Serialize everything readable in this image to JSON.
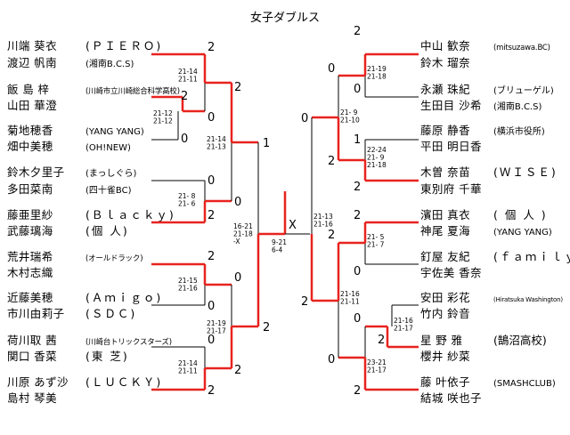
{
  "title": "女子ダブルス",
  "left_entries": [
    {
      "name1": "川端 葵衣",
      "name2": "渡辺 帆南",
      "club1": "(ＰＩＥＲＯ)",
      "club2": "(湘南B.C.S)"
    },
    {
      "name1": "飯 島 梓",
      "name2": "山田 華澄",
      "club1": "(川崎市立川崎総合科学高校)",
      "club2": ""
    },
    {
      "name1": "菊地穂香",
      "name2": "畑中美穂",
      "club1": "(YANG YANG)",
      "club2": "(OH!NEW)"
    },
    {
      "name1": "鈴木夕里子",
      "name2": "多田菜南",
      "club1": "(まっしぐら)",
      "club2": "(四十雀BC)"
    },
    {
      "name1": "藤亜里紗",
      "name2": "武藤璃海",
      "club1": "(Ｂｌａｃｋｙ)",
      "club2": "(個 人)"
    },
    {
      "name1": "荒井瑞希",
      "name2": "木村志織",
      "club1": "(オールドラック)",
      "club2": ""
    },
    {
      "name1": "近藤美穂",
      "name2": "市川由莉子",
      "club1": "(Ａｍｉｇｏ)",
      "club2": "(ＳＤＣ)"
    },
    {
      "name1": "荷川取 茜",
      "name2": "関口 香菜",
      "club1": "(川崎台トリックスターズ)",
      "club2": "(東 芝)"
    },
    {
      "name1": "川原 あず沙",
      "name2": "島村 琴美",
      "club1": "(ＬＵＣＫＹ)",
      "club2": ""
    }
  ],
  "right_entries": [
    {
      "name1": "中山 歓奈",
      "name2": "鈴木 瑠奈",
      "club1": "(mitsuzawa.BC)",
      "club2": ""
    },
    {
      "name1": "永瀬 珠紀",
      "name2": "生田目 沙希",
      "club1": "(ブリューゲル)",
      "club2": "(湘南B.C.S)"
    },
    {
      "name1": "藤原 静香",
      "name2": "平田 明日香",
      "club1": "(横浜市役所)",
      "club2": ""
    },
    {
      "name1": "木曽 奈苗",
      "name2": "東別府 千華",
      "club1": "(ＷＩＳＥ)",
      "club2": ""
    },
    {
      "name1": "濱田 真衣",
      "name2": "神尾 夏海",
      "club1": "( 個 人 )",
      "club2": "(YANG YANG)"
    },
    {
      "name1": "釘屋 友紀",
      "name2": "宇佐美 香奈",
      "club1": "(ｆａｍｉｌｙ)",
      "club2": ""
    },
    {
      "name1": "安田 彩花",
      "name2": "竹内 鈴音",
      "club1": "(Hiratsuka Washington)",
      "club2": ""
    },
    {
      "name1": "星 野 雅",
      "name2": "櫻井 紗菜",
      "club1": "(鵠沼高校)",
      "club2": ""
    },
    {
      "name1": "藤 叶依子",
      "name2": "結城 咲也子",
      "club1": "(SMASHCLUB)",
      "club2": ""
    }
  ],
  "scores": {
    "l1": "2",
    "l2": "2",
    "l2b": "0",
    "l3": "0",
    "l4": "0",
    "l5": "2",
    "l6": "2",
    "l7": "0",
    "l8": "0",
    "l9": "2",
    "l10": "0",
    "l11": "2",
    "lr2a": "2",
    "lr2b": "0",
    "lr3a": "0",
    "lr3b": "2",
    "lsf_top": "1",
    "lsf_bot": "2",
    "r1": "2",
    "r2": "0",
    "r3": "1",
    "r4": "2",
    "r5": "2",
    "r6": "0",
    "r7": "0",
    "r8": "2",
    "r9": "2",
    "rr2a": "0",
    "rr2b": "2",
    "rr3a": "2",
    "rr3b": "0",
    "rsf_top": "0",
    "rsf_bot": "2",
    "final": "X"
  },
  "details": {
    "l_a": "21-14\n21-11",
    "l_b": "21-12\n21-12",
    "l_c": "21-14\n21-13",
    "l_d": "21- 8\n21- 6",
    "l_e": "16-21\n21-18\n-X",
    "l_f": "21-15\n21-16",
    "l_g": "21-19\n21-17",
    "l_h": "21-14\n21-11",
    "final": "9-21\n6-4",
    "r_a": "21-19\n21-18",
    "r_b": "21- 9\n21-10",
    "r_c": "22-24\n21- 9\n21-18",
    "r_d": "21-13\n21-16",
    "r_e": "21- 5\n21- 7",
    "r_f": "21-16\n21-11",
    "r_g": "21-16\n21-17",
    "r_h": "23-21\n21-17"
  }
}
